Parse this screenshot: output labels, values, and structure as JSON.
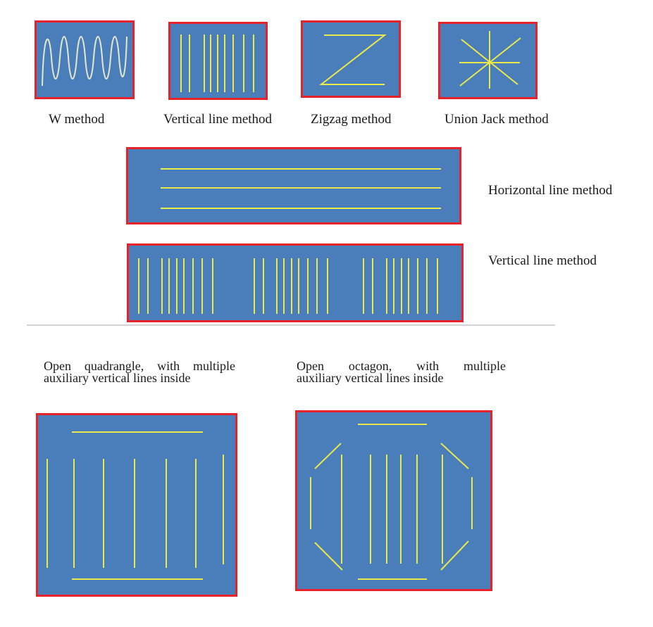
{
  "colors": {
    "panel_fill": "#4a7ebb",
    "panel_border": "#e8222a",
    "stroke": "#ebe84a",
    "divider": "#d4d4d4"
  },
  "captions": {
    "w_method": "W method",
    "vertical_line_method_small": "Vertical line method",
    "zigzag_method": "Zigzag method",
    "union_jack_method": "Union Jack method",
    "horizontal_line_method": "Horizontal line method",
    "vertical_line_method_wide": "Vertical line method"
  },
  "descriptions": {
    "open_quadrangle": [
      "Open quadrangle, with multiple",
      "auxiliary vertical lines inside"
    ],
    "open_octagon": [
      "Open octagon, with multiple",
      "auxiliary vertical lines inside"
    ]
  }
}
